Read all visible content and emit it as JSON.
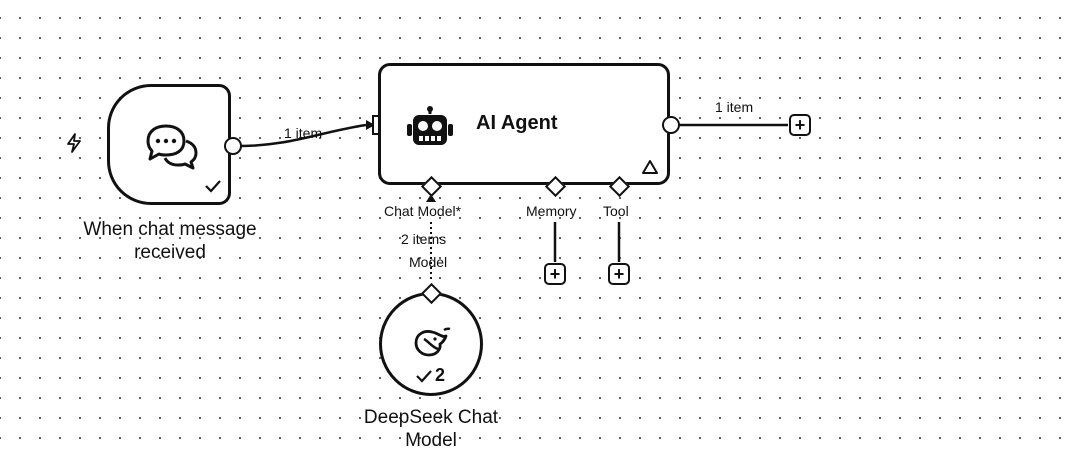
{
  "nodes": {
    "trigger": {
      "label": "When chat message received",
      "status_icon": "checkmark-icon",
      "icon": "chat-bubbles-icon",
      "side_icon": "lightning-icon"
    },
    "agent": {
      "title": "AI Agent",
      "icon": "robot-icon",
      "warning_icon": "warning-triangle-icon",
      "ports": {
        "chat_model": "Chat Model*",
        "memory": "Memory",
        "tool": "Tool"
      }
    },
    "model": {
      "label": "DeepSeek Chat Model",
      "icon": "deepseek-whale-icon",
      "status": "2",
      "output_label": "Model"
    }
  },
  "connections": {
    "trigger_to_agent": "1 item",
    "agent_output": "1 item",
    "model_to_agent": "2 items"
  }
}
